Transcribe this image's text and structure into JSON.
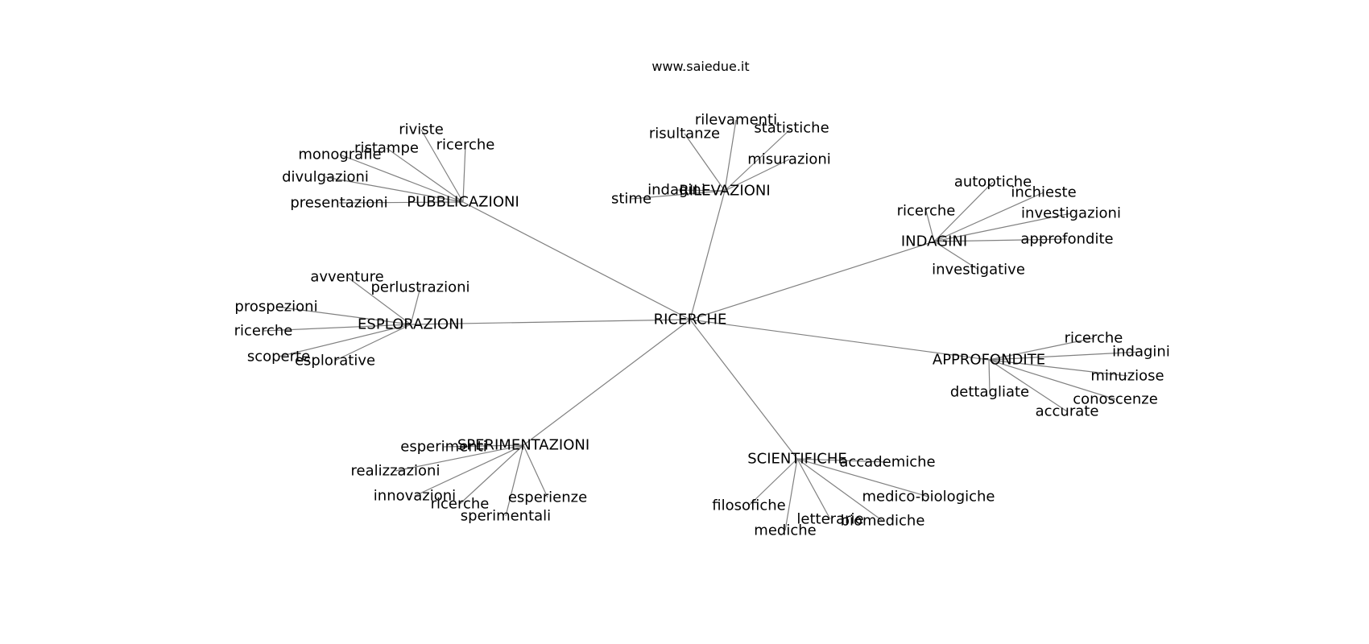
{
  "site": "www.saiedue.it",
  "root": "RICERCHE",
  "groups": [
    {
      "label": "RILEVAZIONI",
      "children": [
        "rilevamenti",
        "risultanze",
        "statistiche",
        "misurazioni",
        "indagini",
        "stime"
      ]
    },
    {
      "label": "PUBBLICAZIONI",
      "children": [
        "riviste",
        "ristampe",
        "ricerche",
        "monografie",
        "divulgazioni",
        "presentazioni"
      ]
    },
    {
      "label": "INDAGINI",
      "children": [
        "autoptiche",
        "inchieste",
        "ricerche",
        "investigazioni",
        "approfondite",
        "investigative"
      ]
    },
    {
      "label": "ESPLORAZIONI",
      "children": [
        "avventure",
        "perlustrazioni",
        "prospezioni",
        "ricerche",
        "scoperte",
        "esplorative"
      ]
    },
    {
      "label": "APPROFONDITE",
      "children": [
        "ricerche",
        "indagini",
        "minuziose",
        "dettagliate",
        "conoscenze",
        "accurate"
      ]
    },
    {
      "label": "SPERIMENTAZIONI",
      "children": [
        "esperimenti",
        "realizzazioni",
        "innovazioni",
        "ricerche",
        "esperienze",
        "sperimentali"
      ]
    },
    {
      "label": "SCIENTIFICHE",
      "children": [
        "accademiche",
        "filosofiche",
        "medico-biologiche",
        "letterarie",
        "biomediche",
        "mediche"
      ]
    }
  ]
}
